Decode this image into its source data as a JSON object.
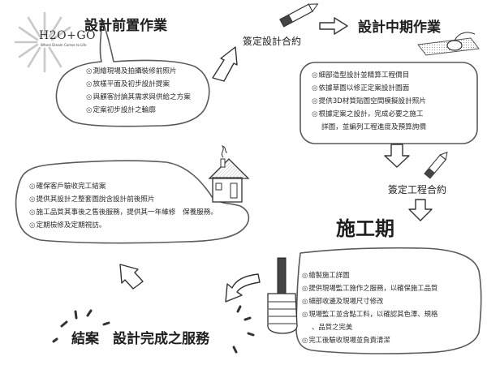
{
  "logo": {
    "mark": "H2O+GO",
    "tagline": "Where Dream Comes to Life"
  },
  "stages": {
    "pre": {
      "title": "設計前置作業",
      "items": [
        "測繪現場及拍攝裝修前照片",
        "放樣平面及初步設計提案",
        "與顧客討論其需求與供給之方案",
        "定案初步設計之輪廓"
      ]
    },
    "mid": {
      "title": "設計中期作業",
      "items": [
        "細部造型設計並精算工程價目",
        "依據草圖以修正定案設計圖面",
        "提供3D材質貼圖空間模擬設計照片",
        "根據定案之設計，完成必要之施工",
        "詳圖，並編列工程進度及預算詢價"
      ]
    },
    "construction": {
      "title": "施工期",
      "items": [
        "繪製施工詳圖",
        "提供現場監工施作之服務，以確保施工品質",
        "細部收邊及現場尺寸修改",
        "現場監工並含點工料，以確認其色澤、規格",
        "、品質之完美",
        "完工後驗收現場並負責清潔"
      ]
    },
    "closing": {
      "title": "結案　設計完成之服務",
      "items": [
        "確保客戶驗收完工結案",
        "提供其設計之整套圖說含設計前後照片",
        "施工品質其事後之售後服務，提供其一年維修　保養服務。",
        "定期檢修及定期視訪。"
      ]
    }
  },
  "transitions": {
    "sign_design": "簽定設計合約",
    "sign_construction": "簽定工程合約"
  },
  "colors": {
    "outline": "#555555",
    "arrow_fill": "#ffffff",
    "sun_ray": "#c8c8c8"
  },
  "icons": [
    "sun-logo-icon",
    "pencil-icon",
    "computer-mouse-icon",
    "house-icon",
    "screwdriver-icon"
  ]
}
